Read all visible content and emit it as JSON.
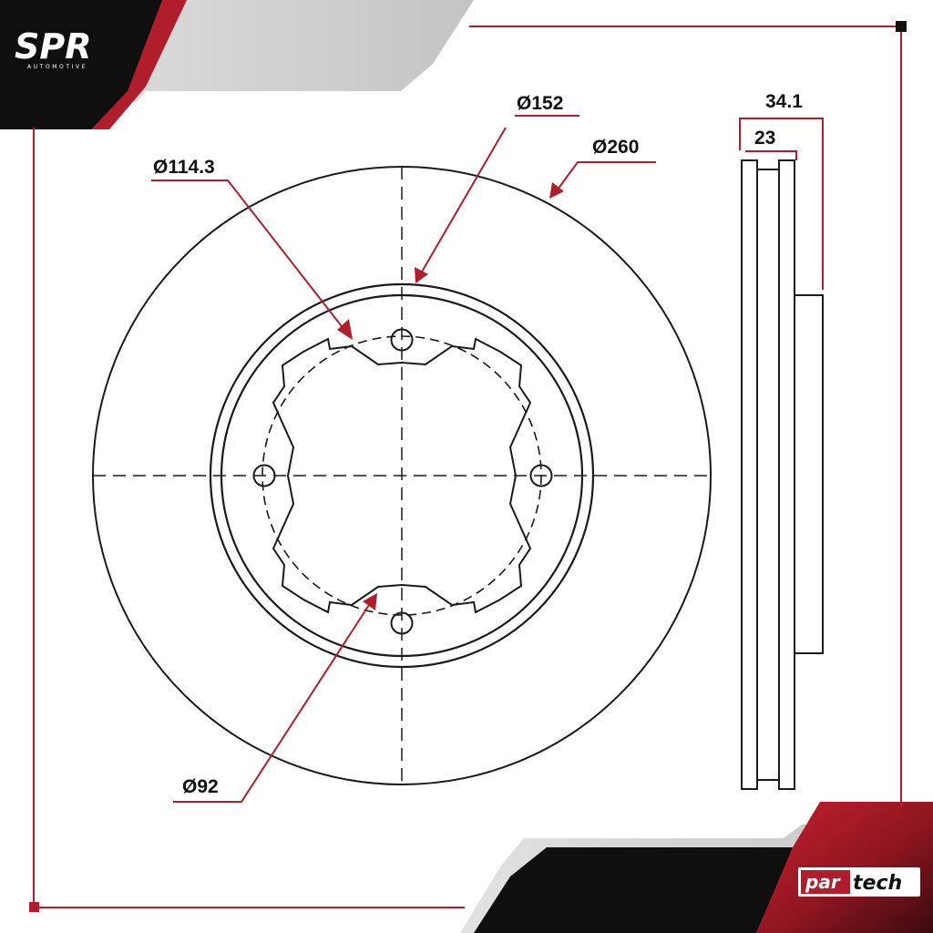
{
  "brand_top": {
    "logo": "SPR",
    "tagline": "AUTOMOTIVE"
  },
  "brand_bottom": {
    "logo_left": "par",
    "logo_right": "tech"
  },
  "dimensions": {
    "bolt_circle": "Ø114.3",
    "hub_diameter": "Ø152",
    "outer_diameter": "Ø260",
    "center_bore": "Ø92",
    "overall_height": "34.1",
    "thickness": "23"
  },
  "colors": {
    "accent": "#b01e2b",
    "dark": "#111111",
    "gray": "#c9c9c9",
    "line": "#1a1a1a"
  }
}
